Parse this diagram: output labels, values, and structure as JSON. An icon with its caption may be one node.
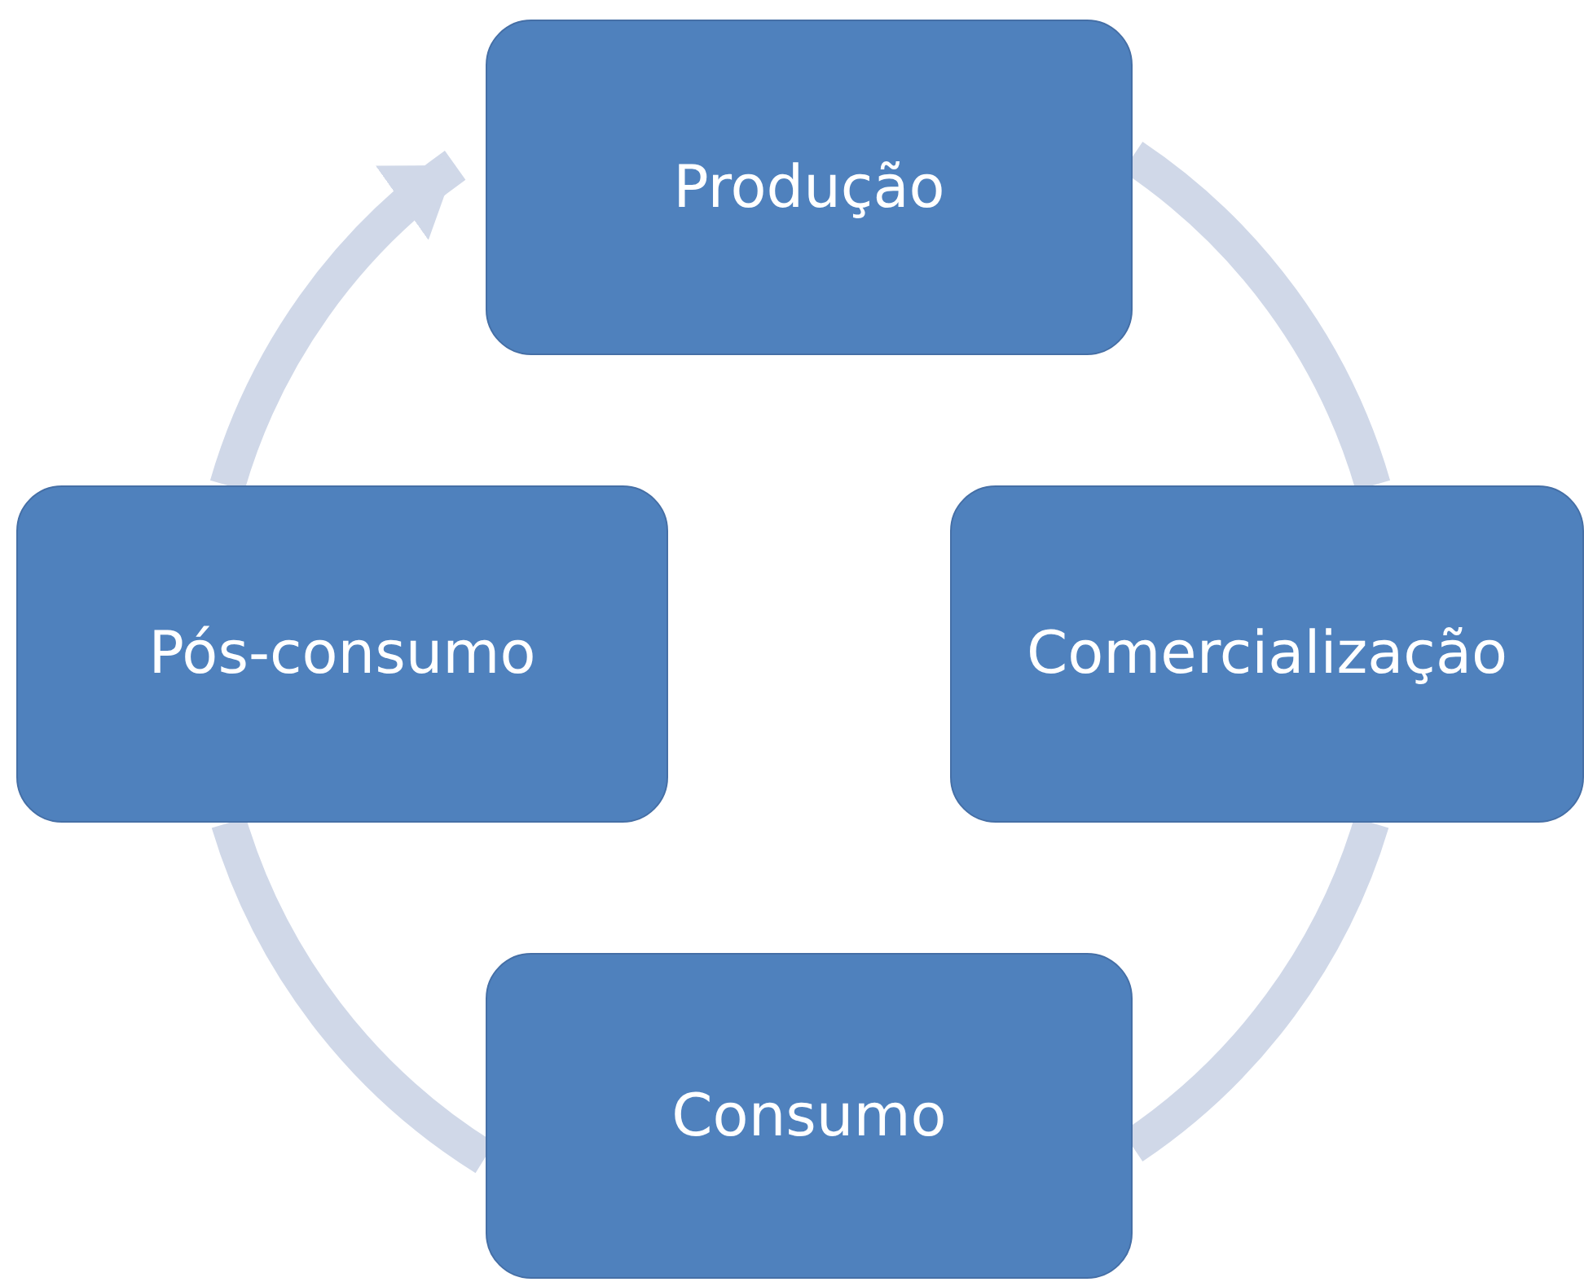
{
  "diagram": {
    "nodes": [
      {
        "text": [
          "Produção"
        ]
      },
      {
        "text": [
          "Comercialização"
        ]
      },
      {
        "text": [
          "Consumo"
        ]
      },
      {
        "text": [
          "Pós-consumo"
        ]
      }
    ],
    "edges": [
      {
        "from": 0,
        "to": 1,
        "arrow": "none"
      },
      {
        "from": 1,
        "to": 2,
        "arrow": "none"
      },
      {
        "from": 2,
        "to": 3,
        "arrow": "none"
      },
      {
        "from": 3,
        "to": 0,
        "arrow": "to"
      }
    ]
  }
}
